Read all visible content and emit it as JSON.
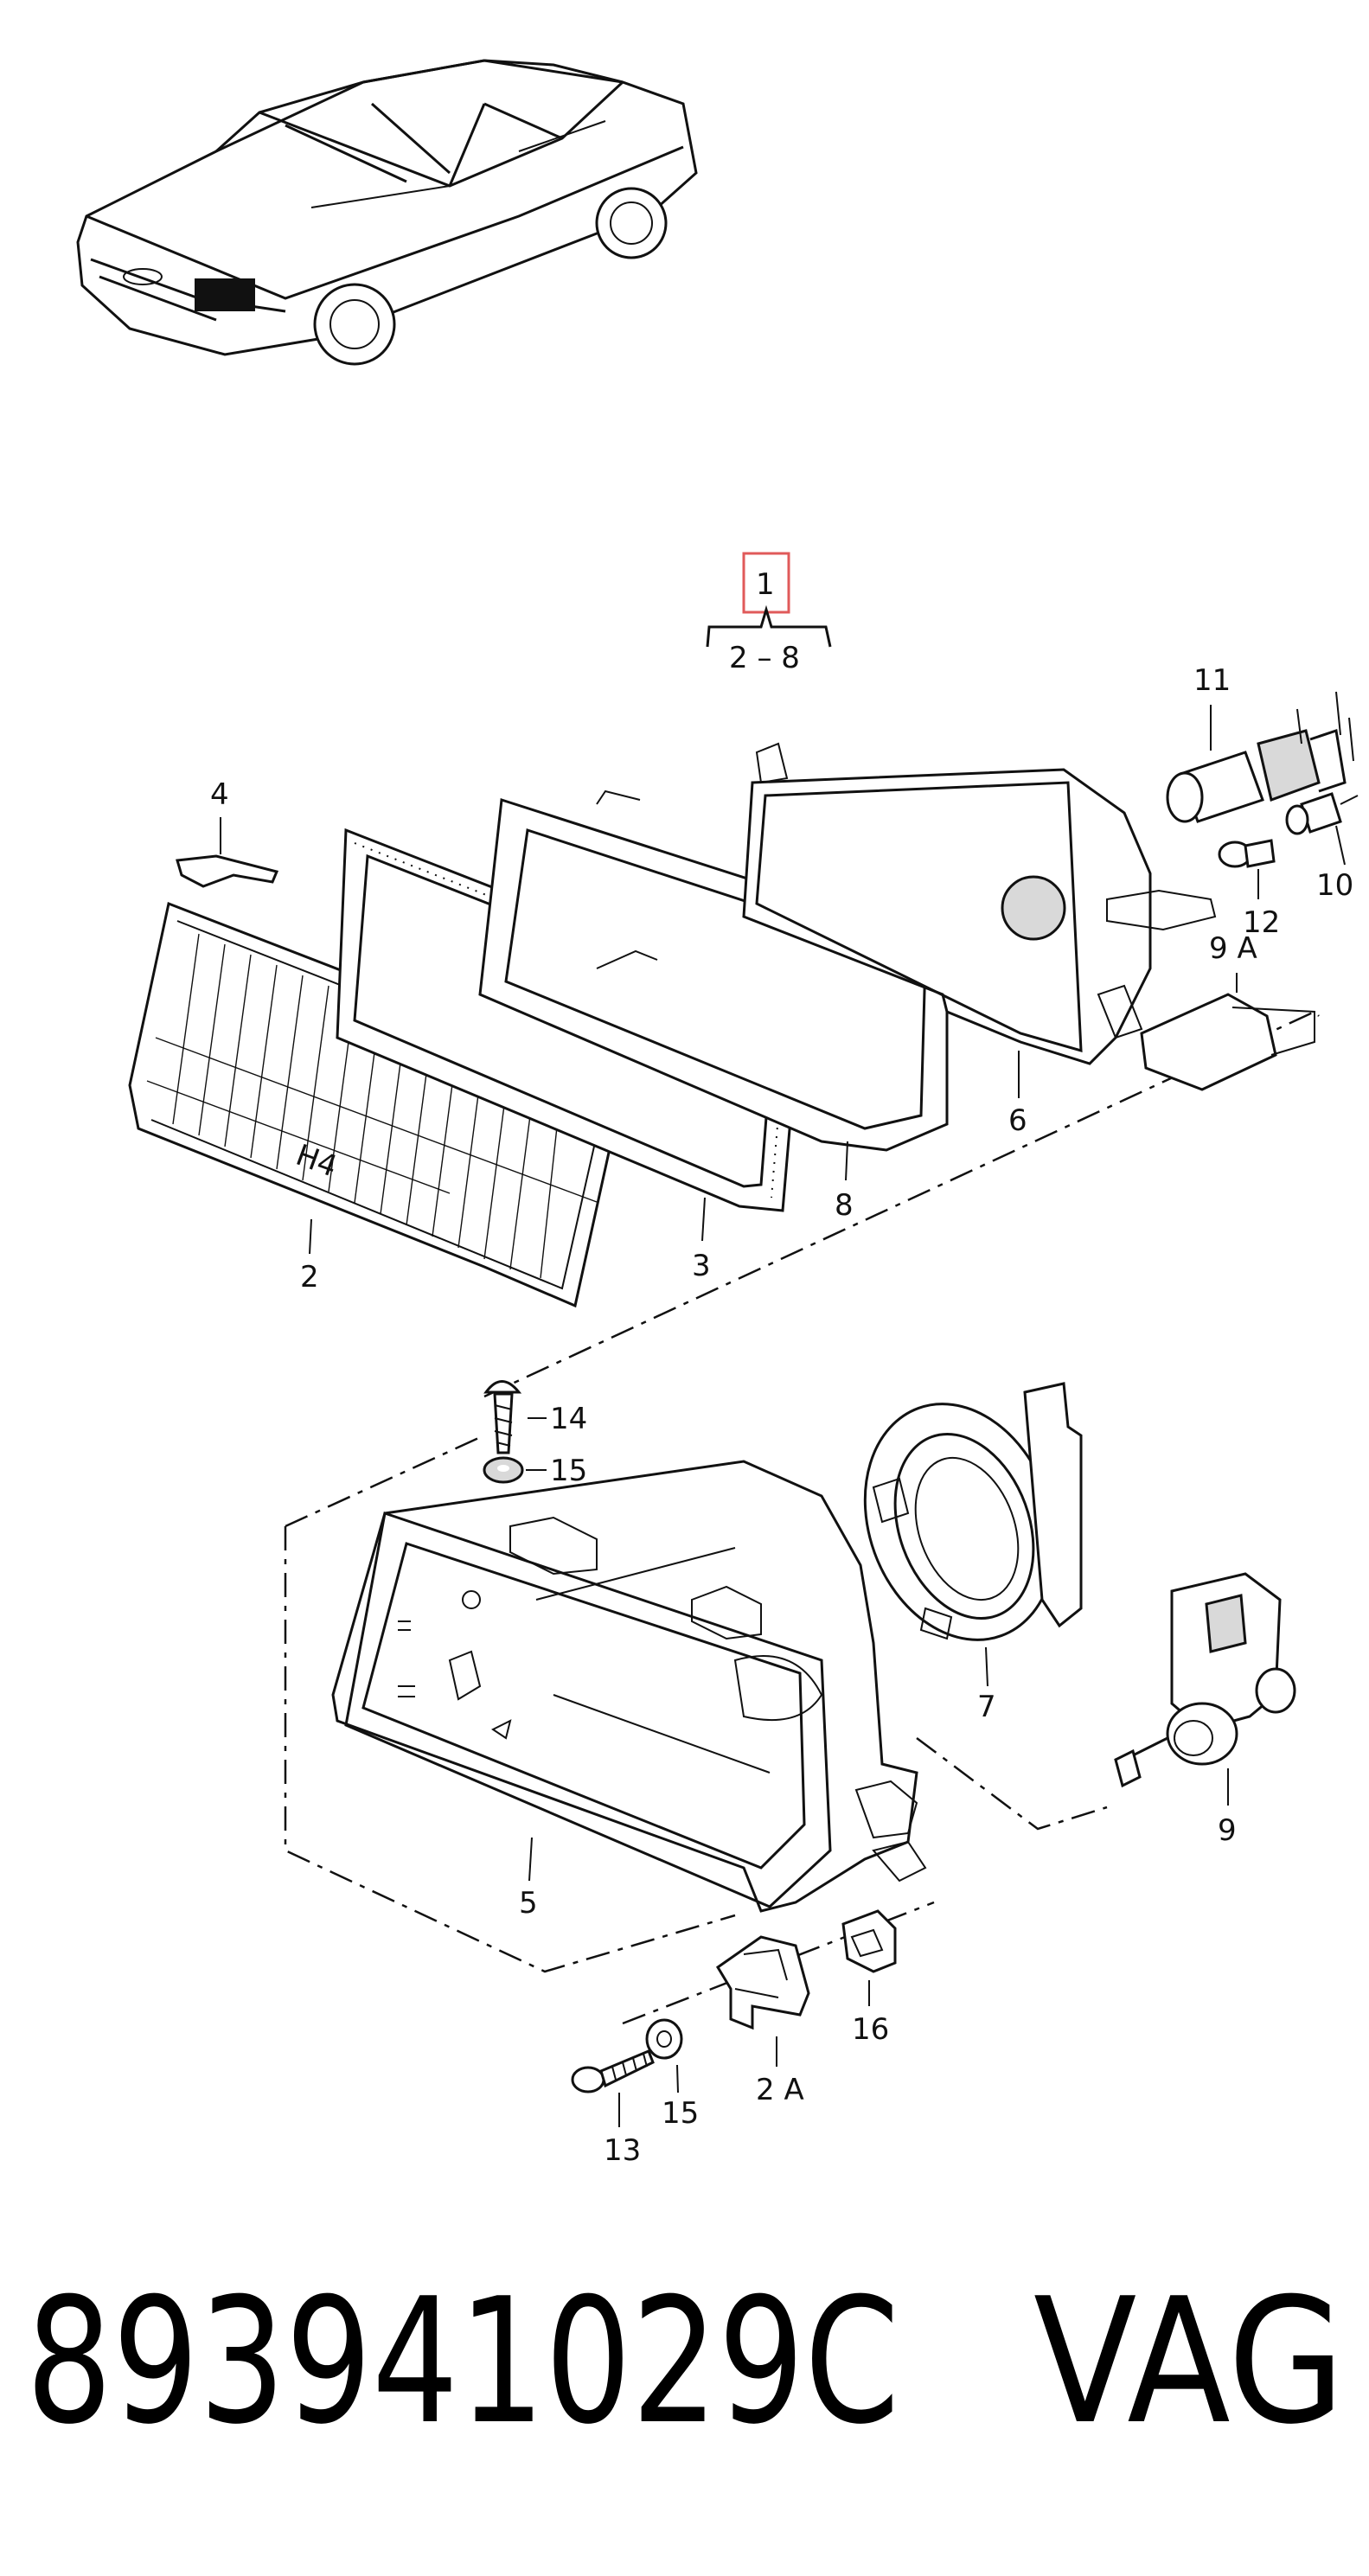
{
  "diagram": {
    "assembly": {
      "label": "1",
      "range": "2 – 8",
      "highlight": "#e05a5a"
    },
    "callouts": {
      "c2": "2",
      "c2a": "2 A",
      "c3": "3",
      "c4": "4",
      "c5": "5",
      "c6": "6",
      "c7": "7",
      "c8": "8",
      "c9": "9",
      "c9a": "9 A",
      "c10": "10",
      "c11": "11",
      "c12": "12",
      "c13": "13",
      "c14": "14",
      "c15a": "15",
      "c15b": "15",
      "c16": "16"
    },
    "lens_marking": "H4"
  },
  "footer": {
    "part_number": "893941029C",
    "brand": "VAG"
  }
}
